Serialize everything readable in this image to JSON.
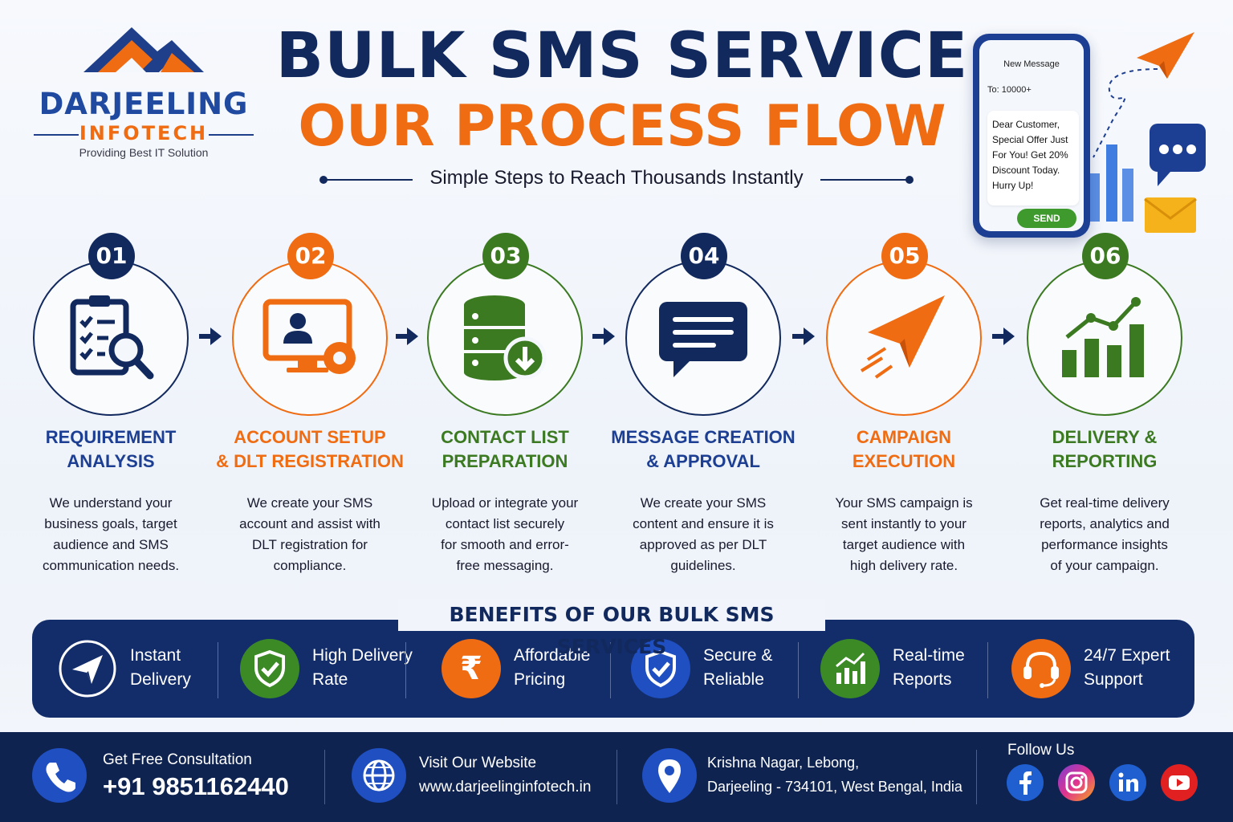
{
  "logo": {
    "name": "DARJEELING",
    "sub": "INFOTECH",
    "tagline": "Providing Best IT Solution"
  },
  "header": {
    "title": "BULK SMS SERVICE",
    "subtitle_main": "OUR PROCESS FLOW",
    "tagline": "Simple Steps to Reach Thousands Instantly"
  },
  "phone": {
    "header": "New Message",
    "to": "To: 10000+",
    "message_lines": [
      "Dear Customer,",
      "Special Offer Just",
      "For You! Get 20%",
      "Discount Today.",
      "Hurry Up!"
    ],
    "send": "SEND"
  },
  "colors": {
    "navy": "#12295e",
    "blue": "#1d3f93",
    "orange": "#ef6c12",
    "green": "#3c7a22"
  },
  "steps": [
    {
      "number": "01",
      "title_lines": [
        "REQUIREMENT",
        "ANALYSIS"
      ],
      "desc_lines": [
        "We understand your",
        "business goals, target",
        "audience and SMS",
        "communication needs."
      ],
      "icon": "clipboard-search-icon"
    },
    {
      "number": "02",
      "title_lines": [
        "ACCOUNT SETUP",
        "& DLT REGISTRATION"
      ],
      "desc_lines": [
        "We create your SMS",
        "account and assist with",
        "DLT registration for",
        "compliance."
      ],
      "icon": "monitor-user-gear-icon"
    },
    {
      "number": "03",
      "title_lines": [
        "CONTACT LIST",
        "PREPARATION"
      ],
      "desc_lines": [
        "Upload or integrate your",
        "contact list securely",
        "for smooth and error-",
        "free messaging."
      ],
      "icon": "database-download-icon"
    },
    {
      "number": "04",
      "title_lines": [
        "MESSAGE CREATION",
        "& APPROVAL"
      ],
      "desc_lines": [
        "We create your SMS",
        "content and ensure it is",
        "approved as per DLT",
        "guidelines."
      ],
      "icon": "chat-message-icon"
    },
    {
      "number": "05",
      "title_lines": [
        "CAMPAIGN",
        "EXECUTION"
      ],
      "desc_lines": [
        "Your SMS campaign is",
        "sent instantly to your",
        "target audience with",
        "high delivery rate."
      ],
      "icon": "paper-plane-icon"
    },
    {
      "number": "06",
      "title_lines": [
        "DELIVERY &",
        "REPORTING"
      ],
      "desc_lines": [
        "Get real-time delivery",
        "reports, analytics and",
        "performance insights",
        "of your campaign."
      ],
      "icon": "bar-chart-growth-icon"
    }
  ],
  "benefits": {
    "title": "BENEFITS OF OUR BULK SMS SERVICES",
    "items": [
      {
        "lines": [
          "Instant",
          "Delivery"
        ],
        "icon": "paper-plane-icon"
      },
      {
        "lines": [
          "High Delivery",
          "Rate"
        ],
        "icon": "shield-check-icon"
      },
      {
        "lines": [
          "Affordable",
          "Pricing"
        ],
        "icon": "rupee-icon"
      },
      {
        "lines": [
          "Secure &",
          "Reliable"
        ],
        "icon": "shield-check-icon"
      },
      {
        "lines": [
          "Real-time",
          "Reports"
        ],
        "icon": "bar-chart-icon"
      },
      {
        "lines": [
          "24/7 Expert",
          "Support"
        ],
        "icon": "headset-icon"
      }
    ]
  },
  "footer": {
    "consult_label": "Get Free Consultation",
    "phone": "+91 9851162440",
    "website_label": "Visit Our Website",
    "website": "www.darjeelinginfotech.in",
    "address_line1": "Krishna Nagar, Lebong,",
    "address_line2": "Darjeeling - 734101, West Bengal, India",
    "follow": "Follow Us",
    "socials": [
      "facebook-icon",
      "instagram-icon",
      "linkedin-icon",
      "youtube-icon"
    ]
  }
}
